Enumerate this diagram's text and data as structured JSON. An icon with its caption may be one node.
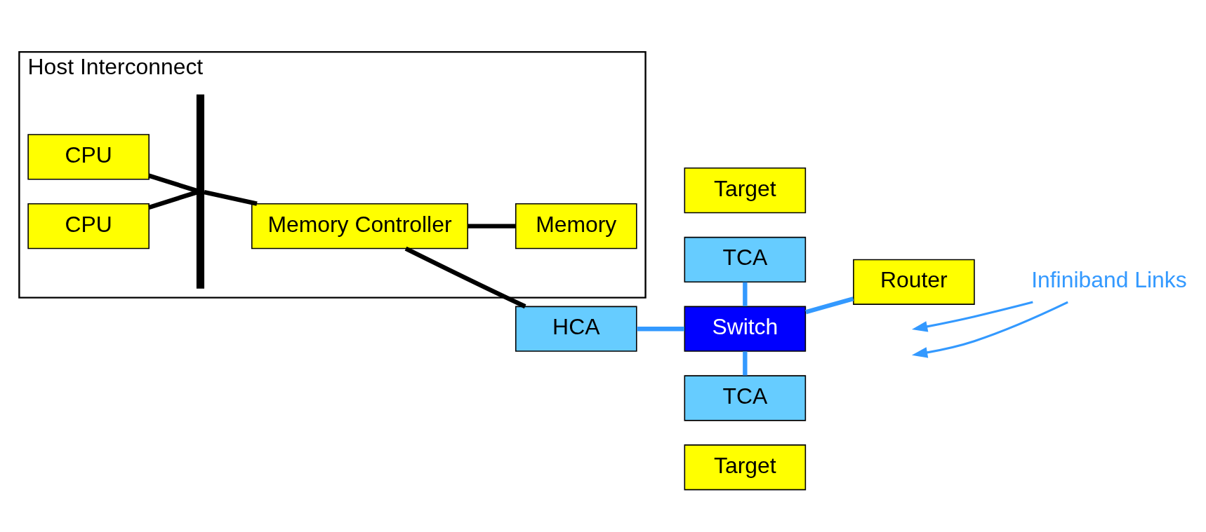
{
  "diagram": {
    "nodes": [
      {
        "text": [
          "Host Interconnect"
        ]
      },
      {
        "text": [
          "CPU"
        ],
        "in": 0
      },
      {
        "text": [
          "CPU"
        ],
        "in": 0
      },
      {
        "text": [],
        "shape": "bar",
        "in": 0
      },
      {
        "text": [
          "Memory Controller"
        ],
        "in": 0
      },
      {
        "text": [
          "Memory"
        ],
        "in": 0
      },
      {
        "text": [
          "HCA"
        ]
      },
      {
        "text": [
          "Target"
        ]
      },
      {
        "text": [
          "TCA"
        ]
      },
      {
        "text": [
          "Switch"
        ]
      },
      {
        "text": [
          "Router"
        ]
      },
      {
        "text": [
          "TCA"
        ]
      },
      {
        "text": [
          "Target"
        ]
      },
      {
        "text": [
          "Infiniband Links"
        ]
      }
    ],
    "edges": [
      {
        "from": 1,
        "to": 3,
        "arrow": "none",
        "color": "#000000"
      },
      {
        "from": 2,
        "to": 3,
        "arrow": "none",
        "color": "#000000"
      },
      {
        "from": 3,
        "to": 4,
        "arrow": "none",
        "color": "#000000"
      },
      {
        "from": 4,
        "to": 6,
        "arrow": "none",
        "color": "#000000"
      },
      {
        "from": 4,
        "to": 5,
        "arrow": "none",
        "color": "#000000"
      },
      {
        "from": 6,
        "to": 9,
        "arrow": "none",
        "color": "#3399ff"
      },
      {
        "from": 9,
        "to": 8,
        "arrow": "none",
        "color": "#3399ff"
      },
      {
        "from": 9,
        "to": 10,
        "arrow": "none",
        "color": "#3399ff"
      },
      {
        "from": 9,
        "to": 11,
        "arrow": "none",
        "color": "#3399ff"
      },
      {
        "from": 13,
        "to": null,
        "arrow": "to",
        "color": "#3399ff"
      },
      {
        "from": 13,
        "to": null,
        "arrow": "to",
        "color": "#3399ff"
      }
    ]
  }
}
